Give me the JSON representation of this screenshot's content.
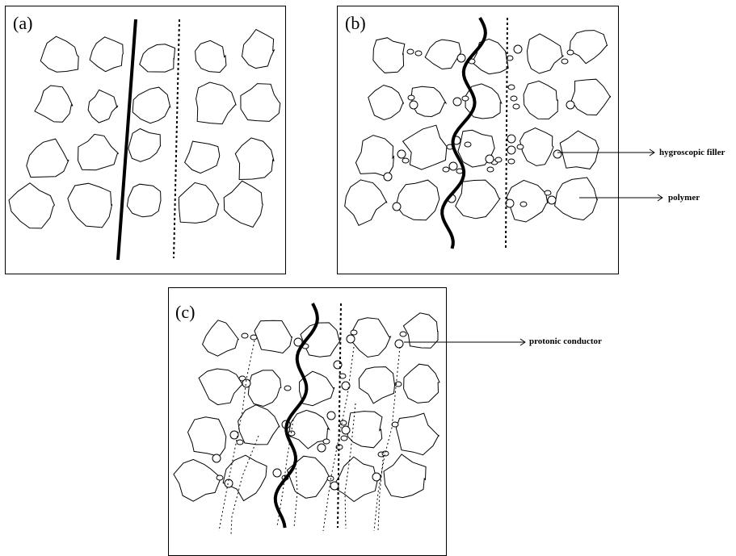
{
  "panels": {
    "a": {
      "label": "(a)"
    },
    "b": {
      "label": "(b)"
    },
    "c": {
      "label": "(c)"
    }
  },
  "annotations": {
    "hygroscopic_filler": "hygroscopic filler",
    "polymer": "polymer",
    "protonic_conductor": "protonic conductor"
  }
}
